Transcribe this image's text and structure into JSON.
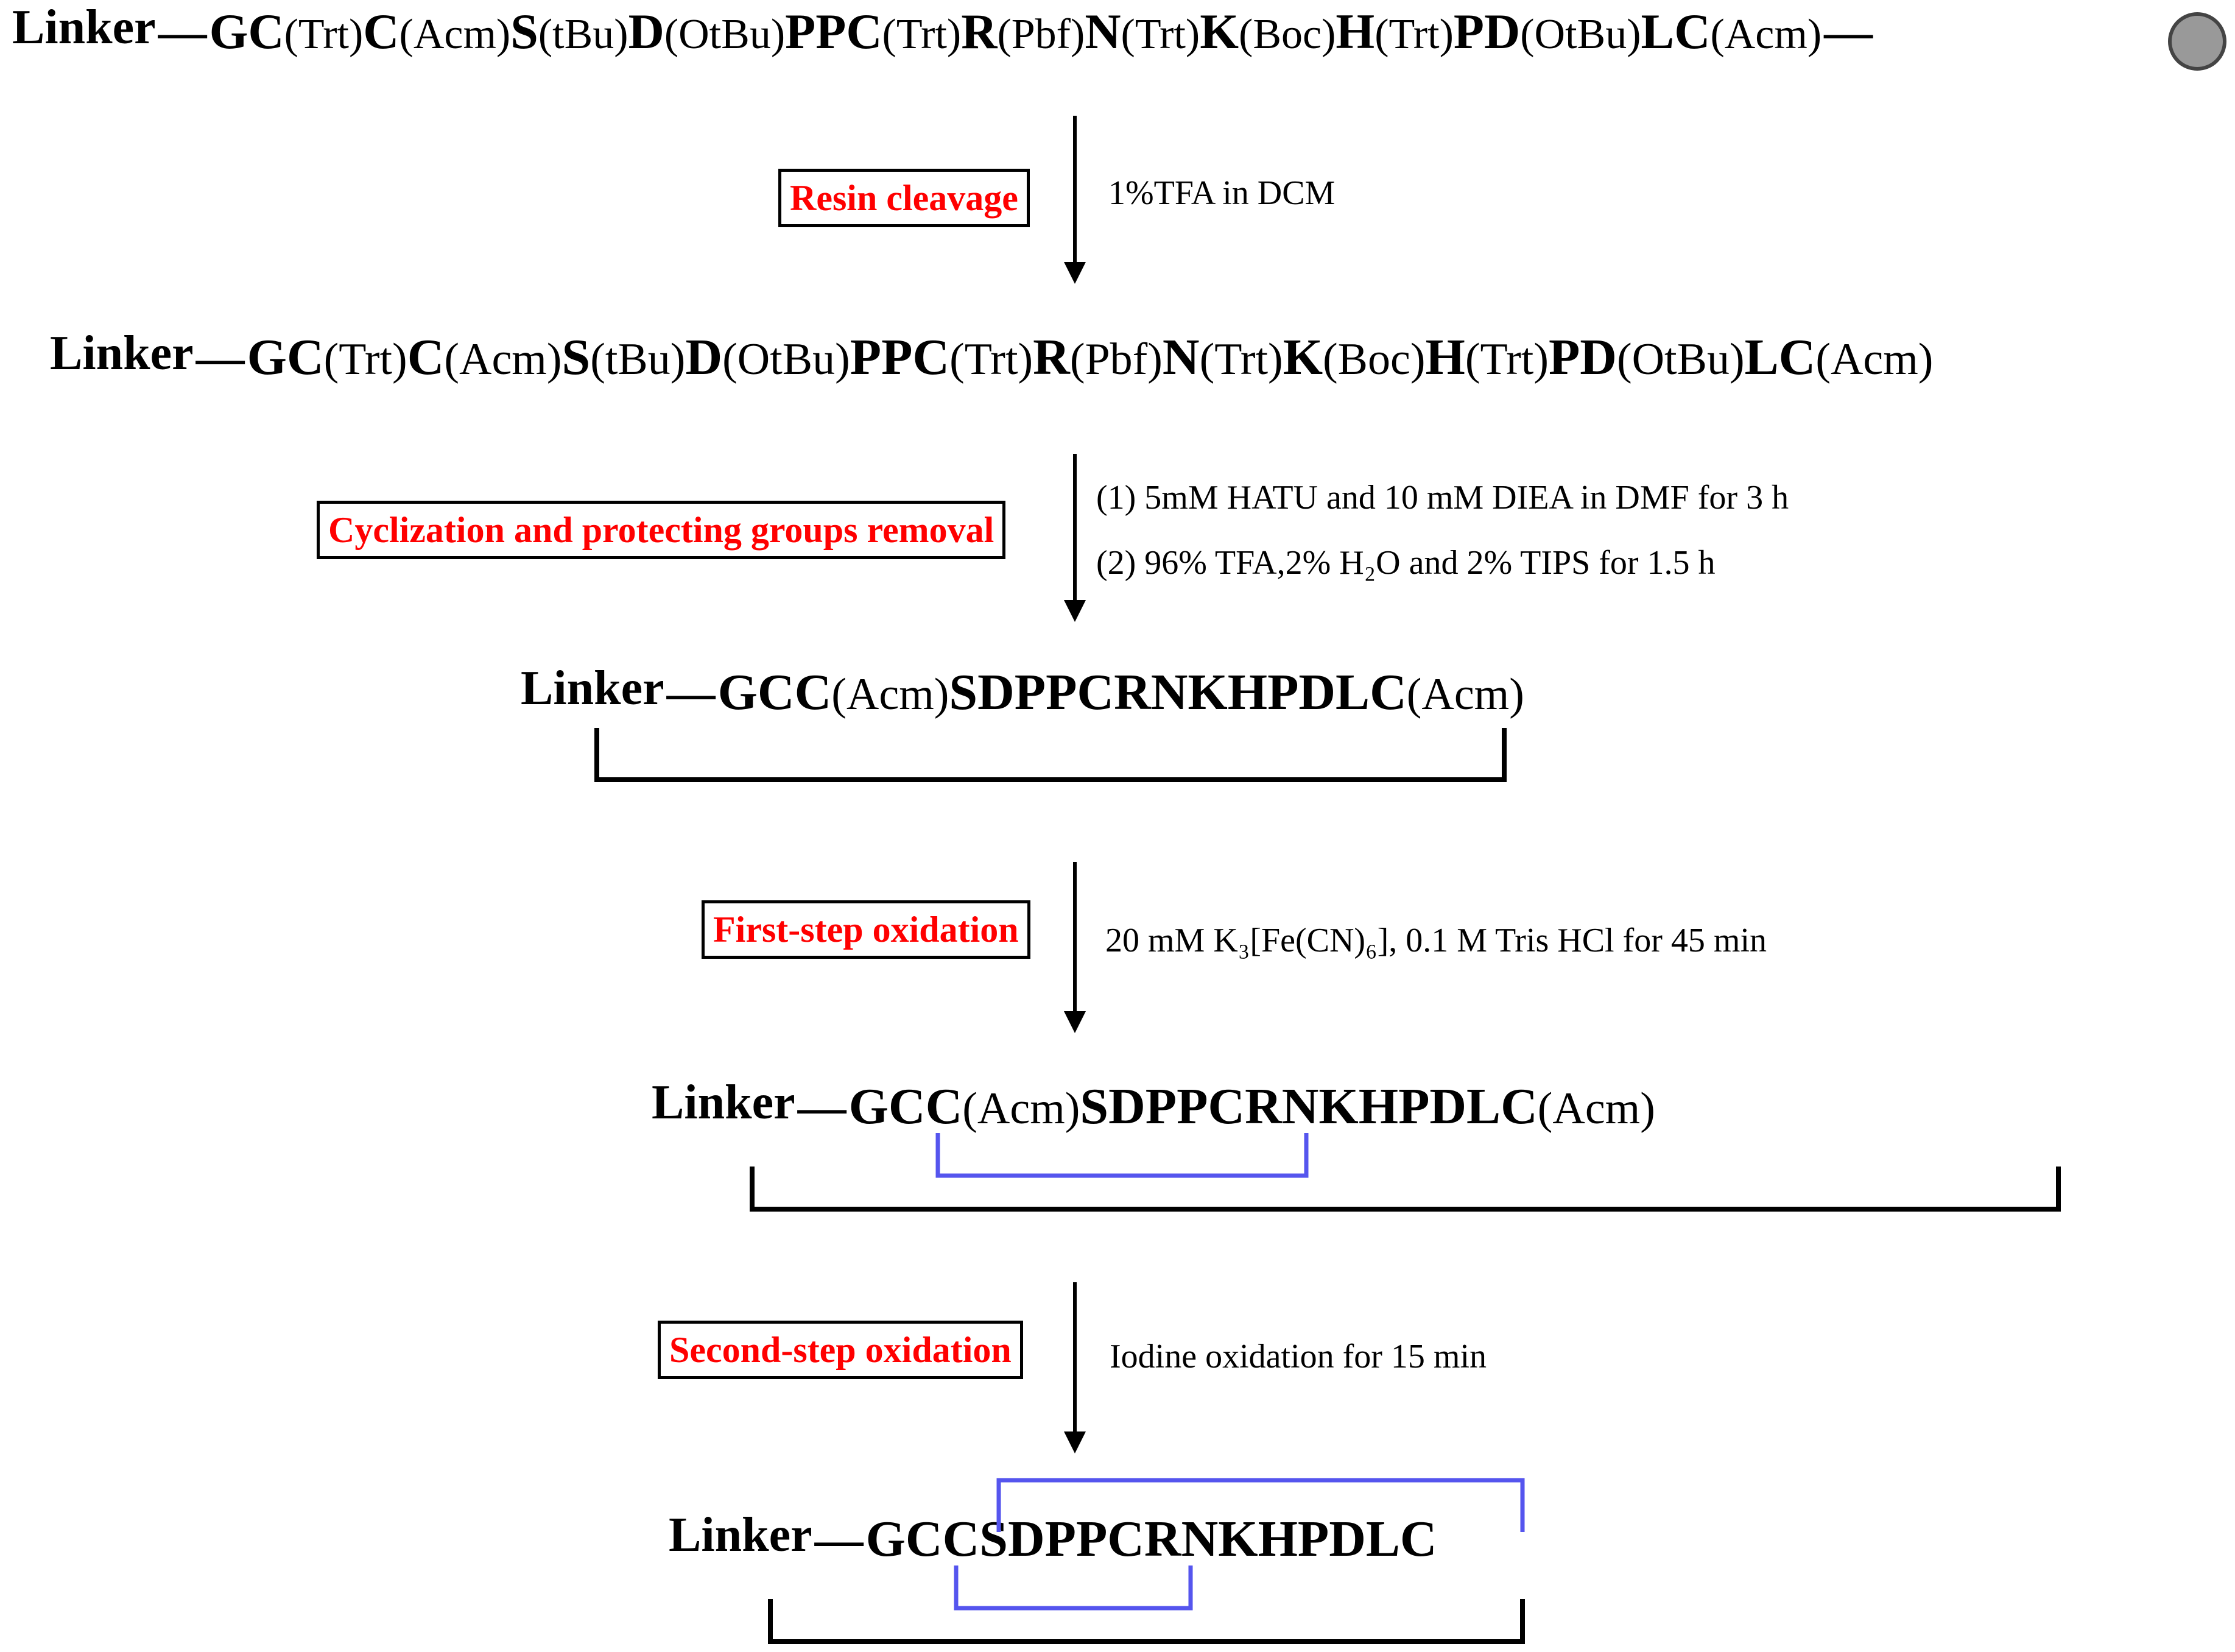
{
  "linker_label": "Linker",
  "resin_color": "#999999",
  "bracket_color_outer": "#000000",
  "bracket_color_disulfide": "#5555ee",
  "step_text_color": "#ff0000",
  "seq_protected": [
    {
      "aa": "G",
      "pg": ""
    },
    {
      "aa": "C",
      "pg": "(Trt)"
    },
    {
      "aa": "C",
      "pg": "(Acm)"
    },
    {
      "aa": "S",
      "pg": "(tBu)"
    },
    {
      "aa": "D",
      "pg": "(OtBu)"
    },
    {
      "aa": "P",
      "pg": ""
    },
    {
      "aa": "P",
      "pg": ""
    },
    {
      "aa": "C",
      "pg": "(Trt)"
    },
    {
      "aa": "R",
      "pg": "(Pbf)"
    },
    {
      "aa": "N",
      "pg": "(Trt)"
    },
    {
      "aa": "K",
      "pg": "(Boc)"
    },
    {
      "aa": "H",
      "pg": "(Trt)"
    },
    {
      "aa": "P",
      "pg": ""
    },
    {
      "aa": "D",
      "pg": "(OtBu)"
    },
    {
      "aa": "L",
      "pg": ""
    },
    {
      "aa": "C",
      "pg": "(Acm)"
    }
  ],
  "seq_cyclized": [
    {
      "aa": "GC",
      "pg": ""
    },
    {
      "aa": "C",
      "pg": "(Acm)"
    },
    {
      "aa": "SDPPCRNKHPDL",
      "pg": ""
    },
    {
      "aa": "C",
      "pg": "(Acm)"
    }
  ],
  "seq_oxidized1": [
    {
      "aa": "GC",
      "pg": ""
    },
    {
      "aa": "C",
      "pg": "(Acm)"
    },
    {
      "aa": "SDPPCRNKHPDL",
      "pg": ""
    },
    {
      "aa": "C",
      "pg": "(Acm)"
    }
  ],
  "seq_final": [
    {
      "aa": "GCCSDPPCRNKHPDLC",
      "pg": ""
    }
  ],
  "steps": [
    {
      "label": "Resin cleavage",
      "conditions": [
        "1%TFA in DCM"
      ]
    },
    {
      "label": "Cyclization and protecting groups removal",
      "conditions": [
        "(1) 5mM HATU and 10 mM DIEA in DMF for 3 h",
        "(2) 96% TFA,2% H₂O and 2% TIPS for 1.5 h"
      ]
    },
    {
      "label": "First-step oxidation",
      "conditions": [
        "20 mM K₃[Fe(CN)₆], 0.1 M Tris HCl for 45 min"
      ]
    },
    {
      "label": "Second-step oxidation",
      "conditions": [
        "Iodine oxidation for 15 min"
      ]
    }
  ]
}
